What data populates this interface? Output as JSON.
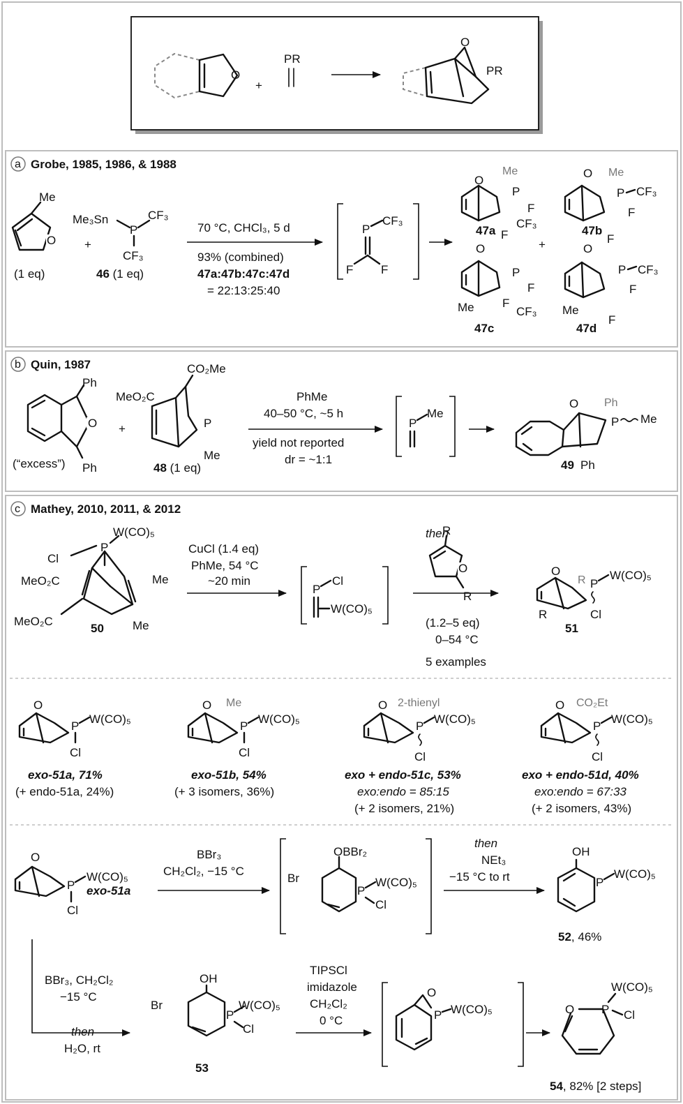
{
  "top": {
    "furan_o": "O",
    "plus": "+",
    "pr": "PR",
    "prod_o": "O",
    "prod_pr": "PR"
  },
  "a": {
    "badge": "a",
    "title": "Grobe, 1985, 1986, & 1988",
    "me": "Me",
    "furan_o": "O",
    "eq1": "(1 eq)",
    "plus": "+",
    "me3sn": "Me₃Sn",
    "p": "P",
    "cf3_top": "CF₃",
    "cf3_bot": "CF₃",
    "c46": "46",
    "eq46": " (1 eq)",
    "cond1": "70 °C, CHCl₃, 5 d",
    "yield": "93% (combined)",
    "ratio_label": "47a:47b:47c:47d",
    "ratio": "= 22:13:25:40",
    "int_p": "P",
    "int_cf3": "CF₃",
    "int_f1": "F",
    "int_f2": "F",
    "p47a": "47a",
    "p47b": "47b",
    "p47c": "47c",
    "p47d": "47d",
    "o": "O",
    "pl": "P",
    "f": "F",
    "cf3": "CF₃",
    "me_lbl": "Me",
    "plus2": "+"
  },
  "b": {
    "badge": "b",
    "title": "Quin, 1987",
    "ph1": "Ph",
    "ph2": "Ph",
    "o": "O",
    "excess": "(“excess”)",
    "plus": "+",
    "co2me": "CO₂Me",
    "meo2c": "MeO₂C",
    "p": "P",
    "me": "Me",
    "c48": "48",
    "eq48": " (1 eq)",
    "solvent": "PhMe",
    "temp": "40–50 °C, ~5 h",
    "yield": "yield not reported",
    "dr": "dr = ~1:1",
    "int_p": "P",
    "int_me": "Me",
    "prod_o": "O",
    "prod_ph": "Ph",
    "prod_p": "P",
    "prod_me": "Me",
    "prod_ph2": "Ph",
    "c49": "49"
  },
  "c": {
    "badge": "c",
    "title": "Mathey, 2010, 2011, & 2012",
    "cl": "Cl",
    "p": "P",
    "wco5": "W(CO)₅",
    "meo2c1": "MeO₂C",
    "meo2c2": "MeO₂C",
    "me1": "Me",
    "me2": "Me",
    "c50": "50",
    "cucl": "CuCl (1.4 eq)",
    "solv": "PhMe, 54 °C",
    "time": "~20 min",
    "int_p": "P",
    "int_cl": "Cl",
    "int_w": "W(CO)₅",
    "then": "then",
    "r1": "R",
    "r2": "R",
    "fo": "O",
    "eq": "(1.2–5 eq)",
    "temp": "0–54 °C",
    "examples": "5 examples",
    "prod_o": "O",
    "prod_r": "R",
    "prod_p": "P",
    "prod_w": "W(CO)₅",
    "prod_cl": "Cl",
    "prod_r2": "R",
    "c51": "51",
    "ex": [
      {
        "sub": "",
        "l1": "exo-51a, 71%",
        "l2": "(+ endo-51a, 24%)",
        "l3": ""
      },
      {
        "sub": "Me",
        "l1": "exo-51b, 54%",
        "l2": "(+ 3 isomers, 36%)",
        "l3": ""
      },
      {
        "sub": "2-thienyl",
        "l1": "exo + endo-51c, 53%",
        "l2": "exo:endo = 85:15",
        "l3": "(+ 2 isomers, 21%)"
      },
      {
        "sub": "CO₂Et",
        "l1": "exo + endo-51d, 40%",
        "l2": "exo:endo = 67:33",
        "l3": "(+ 2 isomers, 43%)"
      }
    ],
    "ex_o": "O",
    "ex_p": "P",
    "ex_w": "W(CO)₅",
    "ex_cl": "Cl"
  },
  "d": {
    "sm_o": "O",
    "sm_p": "P",
    "sm_w": "W(CO)₅",
    "sm_cl": "Cl",
    "sm_label": "exo-51a",
    "bbr3": "BBr₃",
    "cond": "CH₂Cl₂, −15 °C",
    "int_obbr2": "OBBr₂",
    "int_br": "Br",
    "int_p": "P",
    "int_w": "W(CO)₅",
    "int_cl": "Cl",
    "then": "then",
    "net3": "NEt₃",
    "temp2": "−15 °C to rt",
    "oh": "OH",
    "p52": "P",
    "w52": "W(CO)₅",
    "c52": "52",
    "y52": ", 46%",
    "low_cond1": "BBr₃, CH₂Cl₂",
    "low_cond2": "−15 °C",
    "low_then": "then",
    "low_cond3": "H₂O, rt",
    "oh53": "OH",
    "br53": "Br",
    "p53": "P",
    "w53": "W(CO)₅",
    "cl53": "Cl",
    "c53": "53",
    "tips": "TIPSCl",
    "imid": "imidazole",
    "ch2cl2": "CH₂Cl₂",
    "zero": "0 °C",
    "ep_o": "O",
    "ep_p": "P",
    "ep_w": "W(CO)₅",
    "o54": "O",
    "p54": "P",
    "w54": "W(CO)₅",
    "cl54": "Cl",
    "c54": "54",
    "y54": ", 82% [2 steps]"
  }
}
